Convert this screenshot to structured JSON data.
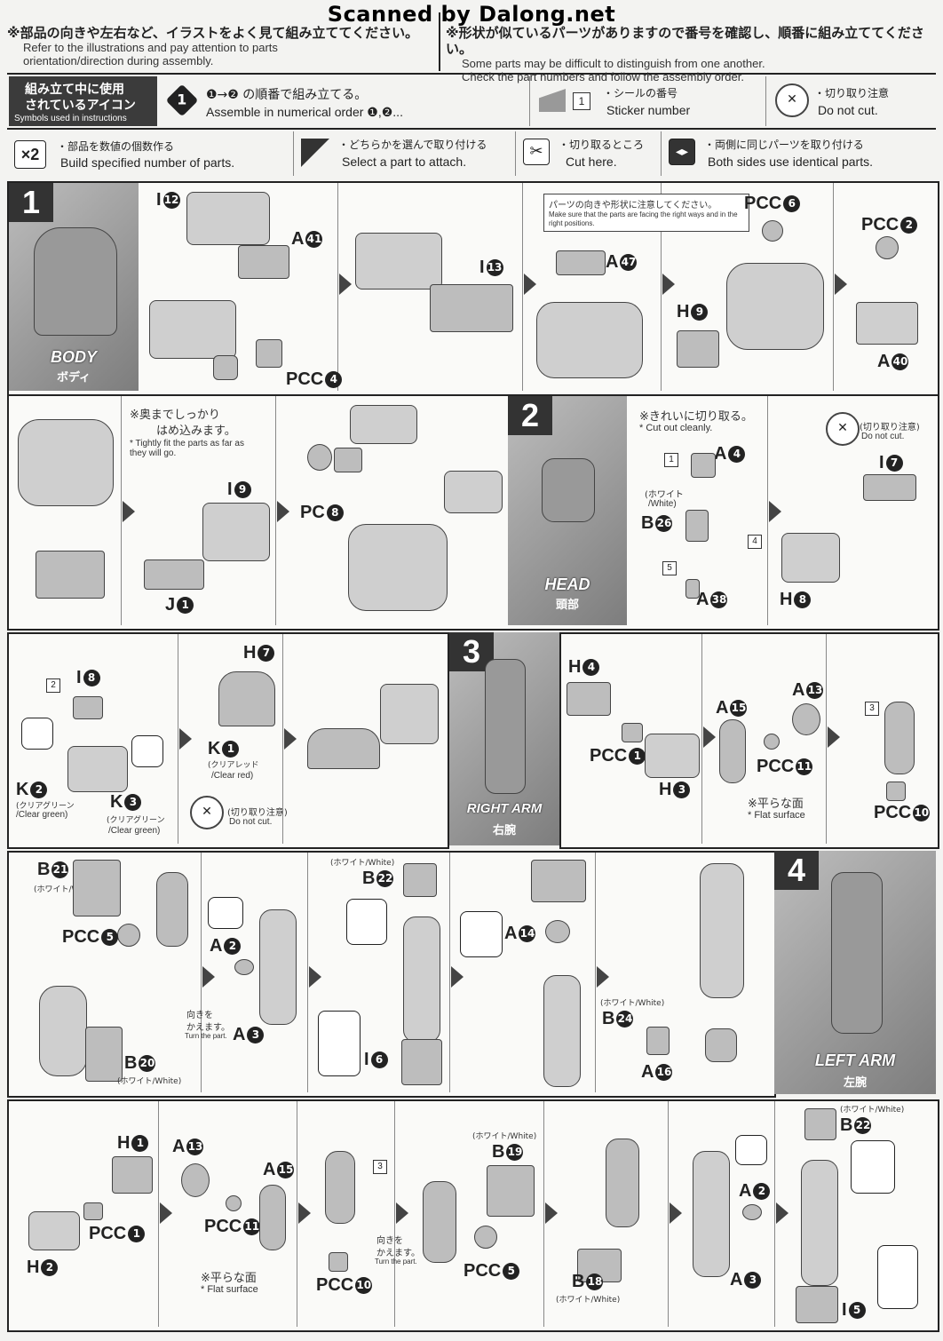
{
  "watermark": "Scanned by Dalong.net",
  "notes": {
    "left_jp": "※部品の向きや左右など、イラストをよく見て組み立ててください。",
    "left_en1": "Refer to the illustrations and pay attention to parts",
    "left_en2": "orientation/direction during assembly.",
    "right_jp": "※形状が似ているパーツがありますので番号を確認し、順番に組み立ててください。",
    "right_en1": "Some parts may be difficult to distinguish from one another.",
    "right_en2": "Check the part numbers and follow the assembly order."
  },
  "legend": {
    "title_jp1": "組み立て中に使用",
    "title_jp2": "されているアイコン",
    "title_en": "Symbols used in instructions",
    "order_num": "1",
    "order_jp": "❶→❷ の順番で組み立てる。",
    "order_en": "Assemble in numerical order ❶,❷...",
    "sticker_num": "1",
    "sticker_jp": "・シールの番号",
    "sticker_en": "Sticker number",
    "nocut_jp": "・切り取り注意",
    "nocut_en": "Do not cut.",
    "x2": "×2",
    "x2_jp": "・部品を数値の個数作る",
    "x2_en": "Build specified number of parts.",
    "select_jp": "・どちらかを選んで取り付ける",
    "select_en": "Select a part to attach.",
    "cut_jp": "・切り取るところ",
    "cut_en": "Cut here.",
    "both_jp": "・両側に同じパーツを取り付ける",
    "both_en": "Both sides use identical parts."
  },
  "step1": {
    "num": "1",
    "label_en": "BODY",
    "label_jp": "ボディ",
    "parts": [
      "I",
      "A",
      "PC",
      "I",
      "A",
      "H",
      "PC",
      "PC",
      "A"
    ],
    "nums": [
      "12",
      "41",
      "4",
      "13",
      "47",
      "9",
      "6",
      "2",
      "40"
    ],
    "orient_jp": "パーツの向きや形状に注意してください。",
    "orient_en": "Make sure that the parts are facing the right ways and in the right positions.",
    "fit_jp1": "※奥までしっかり",
    "fit_jp2": "はめ込みます。",
    "fit_en": "* Tightly fit the parts as far as they will go.",
    "row2_parts": [
      "I",
      "J",
      "PC"
    ],
    "row2_nums": [
      "9",
      "1",
      "8"
    ]
  },
  "step2": {
    "num": "2",
    "label_en": "HEAD",
    "label_jp": "頭部",
    "cut_jp": "※きれいに切り取る。",
    "cut_en": "* Cut out cleanly.",
    "white_jp": "(ホワイト",
    "white_en": "/White)",
    "parts": [
      "A",
      "B",
      "A",
      "I",
      "H"
    ],
    "nums": [
      "4",
      "26",
      "38",
      "7",
      "8"
    ],
    "stickers": [
      "1",
      "4",
      "5"
    ],
    "nocut_jp": "(切り取り注意)",
    "nocut_en": "Do not cut.",
    "row3_parts": [
      "I",
      "K",
      "K",
      "H",
      "K"
    ],
    "row3_nums": [
      "8",
      "2",
      "3",
      "7",
      "1"
    ],
    "clear_green_jp": "(クリアグリーン",
    "clear_green_en": "/Clear green)",
    "clear_red_jp": "(クリアレッド",
    "clear_red_en": "/Clear red)",
    "sticker2": "2"
  },
  "step3": {
    "num": "3",
    "label_en": "RIGHT ARM",
    "label_jp": "右腕",
    "parts": [
      "H",
      "PC",
      "H",
      "A",
      "PC",
      "A",
      "PC"
    ],
    "nums": [
      "4",
      "1",
      "3",
      "15",
      "11",
      "13",
      "10"
    ],
    "flat_jp": "※平らな面",
    "flat_en": "* Flat surface",
    "sticker": "3",
    "row4_parts": [
      "B",
      "PC",
      "B",
      "A",
      "A",
      "B",
      "I",
      "A",
      "B",
      "A"
    ],
    "row4_nums": [
      "21",
      "5",
      "20",
      "2",
      "3",
      "22",
      "6",
      "14",
      "24",
      "16"
    ],
    "turn_jp1": "向きを",
    "turn_jp2": "かえます。",
    "turn_en": "Turn the part.",
    "white": "(ホワイト/White)"
  },
  "step4": {
    "num": "4",
    "label_en": "LEFT ARM",
    "label_jp": "左腕",
    "parts": [
      "H",
      "PC",
      "H",
      "A",
      "PC",
      "A",
      "PC",
      "B",
      "PC",
      "B",
      "A",
      "A",
      "B",
      "I"
    ],
    "nums": [
      "1",
      "1",
      "2",
      "13",
      "11",
      "15",
      "10",
      "19",
      "5",
      "18",
      "2",
      "3",
      "22",
      "5"
    ],
    "sticker": "3",
    "flat_jp": "※平らな面",
    "flat_en": "* Flat surface",
    "turn_jp1": "向きを",
    "turn_jp2": "かえます。",
    "turn_en": "Turn the part.",
    "white": "(ホワイト/White)"
  }
}
